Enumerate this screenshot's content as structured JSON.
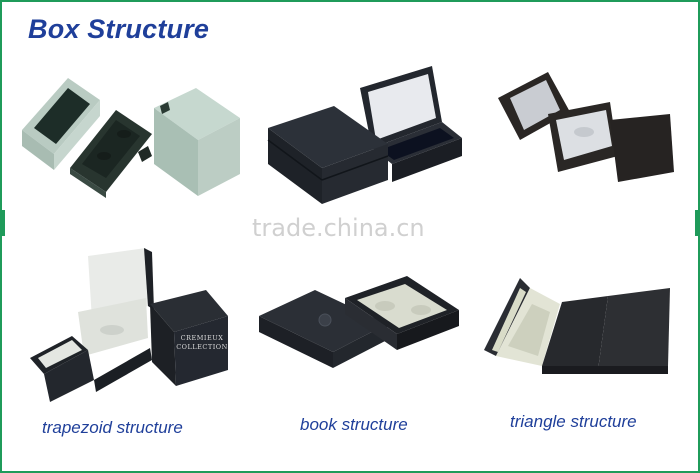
{
  "page": {
    "title": "Box Structure",
    "watermark": "trade.china.cn",
    "border_color": "#1f9b5a",
    "title_color": "#1f3f9a"
  },
  "items": [
    {
      "caption": "",
      "box_logo": ""
    },
    {
      "caption": "",
      "box_logo": ""
    },
    {
      "caption": "",
      "box_logo": ""
    },
    {
      "caption": "trapezoid structure",
      "box_logo": "CREMIEUX COLLECTION"
    },
    {
      "caption": "book structure",
      "box_logo": ""
    },
    {
      "caption": "triangle structure",
      "box_logo": ""
    }
  ]
}
